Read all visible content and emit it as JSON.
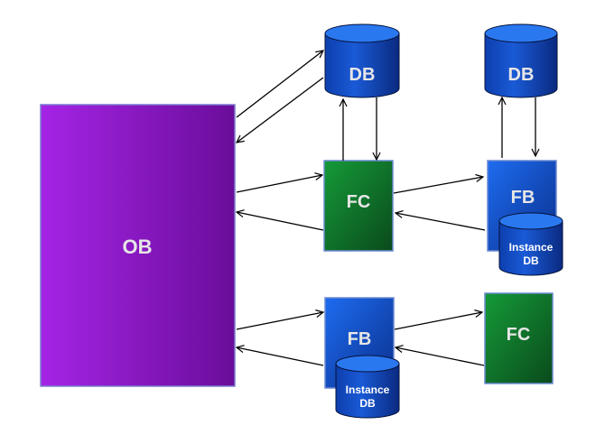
{
  "nodes": {
    "ob": {
      "label": "OB"
    },
    "db_top_left": {
      "label": "DB"
    },
    "db_top_right": {
      "label": "DB"
    },
    "fc_top": {
      "label": "FC"
    },
    "fb_top": {
      "label": "FB"
    },
    "instance_db_top": {
      "line1": "Instance",
      "line2": "DB"
    },
    "fb_bottom": {
      "label": "FB"
    },
    "instance_db_bottom": {
      "line1": "Instance",
      "line2": "DB"
    },
    "fc_bottom": {
      "label": "FC"
    }
  },
  "colors": {
    "ob": "#9a22d8",
    "blue": "#1a55d0",
    "green": "#137a2c",
    "text": "#e6e6e6"
  }
}
